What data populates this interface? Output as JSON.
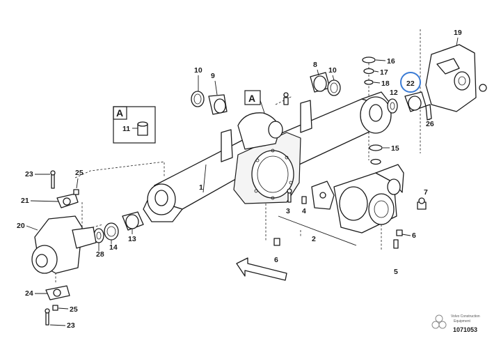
{
  "diagram": {
    "detail_box_label": "A",
    "axle_marker_label": "A",
    "detail_part": "11",
    "callouts": {
      "c1": "1",
      "c2": "2",
      "c3": "3",
      "c4": "4",
      "c5": "5",
      "c6": "6",
      "c6b": "6",
      "c7": "7",
      "c8": "8",
      "c9": "9",
      "c10a": "10",
      "c10b": "10",
      "c12": "12",
      "c13": "13",
      "c14": "14",
      "c15": "15",
      "c16": "16",
      "c17": "17",
      "c18": "18",
      "c19": "19",
      "c20": "20",
      "c21": "21",
      "c22": "22",
      "c23a": "23",
      "c23b": "23",
      "c24": "24",
      "c25a": "25",
      "c25b": "25",
      "c26": "26",
      "c28": "28"
    },
    "highlight_color": "#3a7bd5",
    "footer": {
      "line1": "Volvo Construction",
      "line2": "Equipment",
      "code": "1071053"
    }
  }
}
